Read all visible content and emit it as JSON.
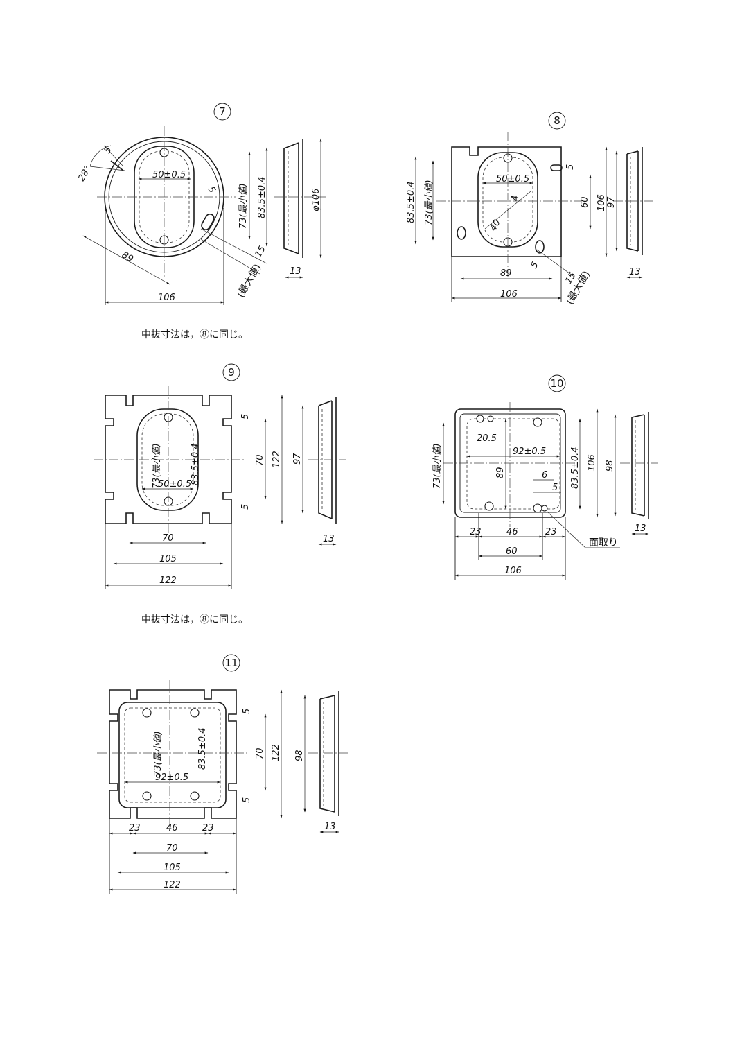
{
  "figures": {
    "f7": {
      "number": "7",
      "dims": {
        "d5": "5",
        "ang": "28°",
        "w50": "50±0.5",
        "d73": "73(最小値)",
        "d835": "83.5±0.4",
        "phi": "φ106",
        "d5b": "5",
        "d89": "89",
        "d106": "106",
        "d15": "15",
        "max": "(最大値)",
        "d13": "13"
      },
      "note": "中抜寸法は，⑧に同じ。"
    },
    "f8": {
      "number": "8",
      "dims": {
        "d835": "83.5±0.4",
        "d73": "73(最小値)",
        "w50": "50±0.5",
        "d4": "4",
        "d40": "40",
        "d60": "60",
        "d106v": "106",
        "d97": "97",
        "d5": "5",
        "d89": "89",
        "d5b": "5",
        "d15": "15",
        "max": "(最大値)",
        "d106": "106",
        "d13": "13"
      }
    },
    "f9": {
      "number": "9",
      "dims": {
        "d73": "73(最小値)",
        "d835": "83.5±0.4",
        "w50": "50±0.5",
        "d5a": "5",
        "d70v": "70",
        "d122v": "122",
        "d97": "97",
        "d5b": "5",
        "d70": "70",
        "d105": "105",
        "d122": "122",
        "d13": "13"
      },
      "note": "中抜寸法は，⑧に同じ。"
    },
    "f10": {
      "number": "10",
      "dims": {
        "d205": "20.5",
        "w92": "92±0.5",
        "d73": "73(最小値)",
        "d89": "89",
        "d6": "6",
        "d5": "5",
        "d835": "83.5±0.4",
        "d106v": "106",
        "d98": "98",
        "d23a": "23",
        "d46": "46",
        "d23b": "23",
        "d60": "60",
        "d106": "106",
        "d13": "13",
        "chamfer": "面取り"
      }
    },
    "f11": {
      "number": "11",
      "dims": {
        "d73": "73(最小値)",
        "d835": "83.5±0.4",
        "w92": "92±0.5",
        "d5a": "5",
        "d70v": "70",
        "d122v": "122",
        "d98": "98",
        "d5b": "5",
        "d23a": "23",
        "d46": "46",
        "d23b": "23",
        "d70": "70",
        "d105": "105",
        "d122": "122",
        "d13": "13"
      }
    }
  }
}
